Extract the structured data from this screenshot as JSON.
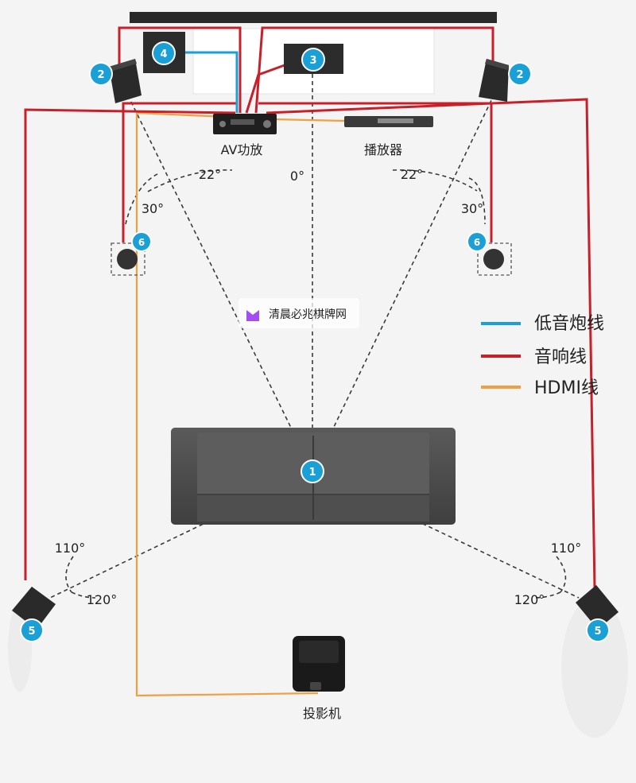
{
  "labels": {
    "av_receiver": "AV功放",
    "player": "播放器",
    "projector": "投影机",
    "angle_center": "0°",
    "angle_front_left_22": "22°",
    "angle_front_right_22": "22°",
    "angle_front_left_30": "30°",
    "angle_front_right_30": "30°",
    "angle_rear_left_110": "110°",
    "angle_rear_left_120": "120°",
    "angle_rear_right_110": "110°",
    "angle_rear_right_120": "120°"
  },
  "markers": {
    "listening_position": "1",
    "front_left": "2",
    "front_right": "2",
    "center": "3",
    "subwoofer": "4",
    "surround_left": "5",
    "surround_right": "5",
    "height_left": "6",
    "height_right": "6"
  },
  "watermark": {
    "text": "清晨必兆棋牌网"
  },
  "legend": [
    {
      "label": "低音炮线",
      "color": "#1a9fd6"
    },
    {
      "label": "音响线",
      "color": "#c8202a"
    },
    {
      "label": "HDMI线",
      "color": "#f0a040"
    }
  ],
  "colors": {
    "speaker_wire": "#c8202a",
    "subwoofer_wire": "#1a9fd6",
    "hdmi_wire": "#f0a040",
    "marker": "#1a9fd6"
  }
}
